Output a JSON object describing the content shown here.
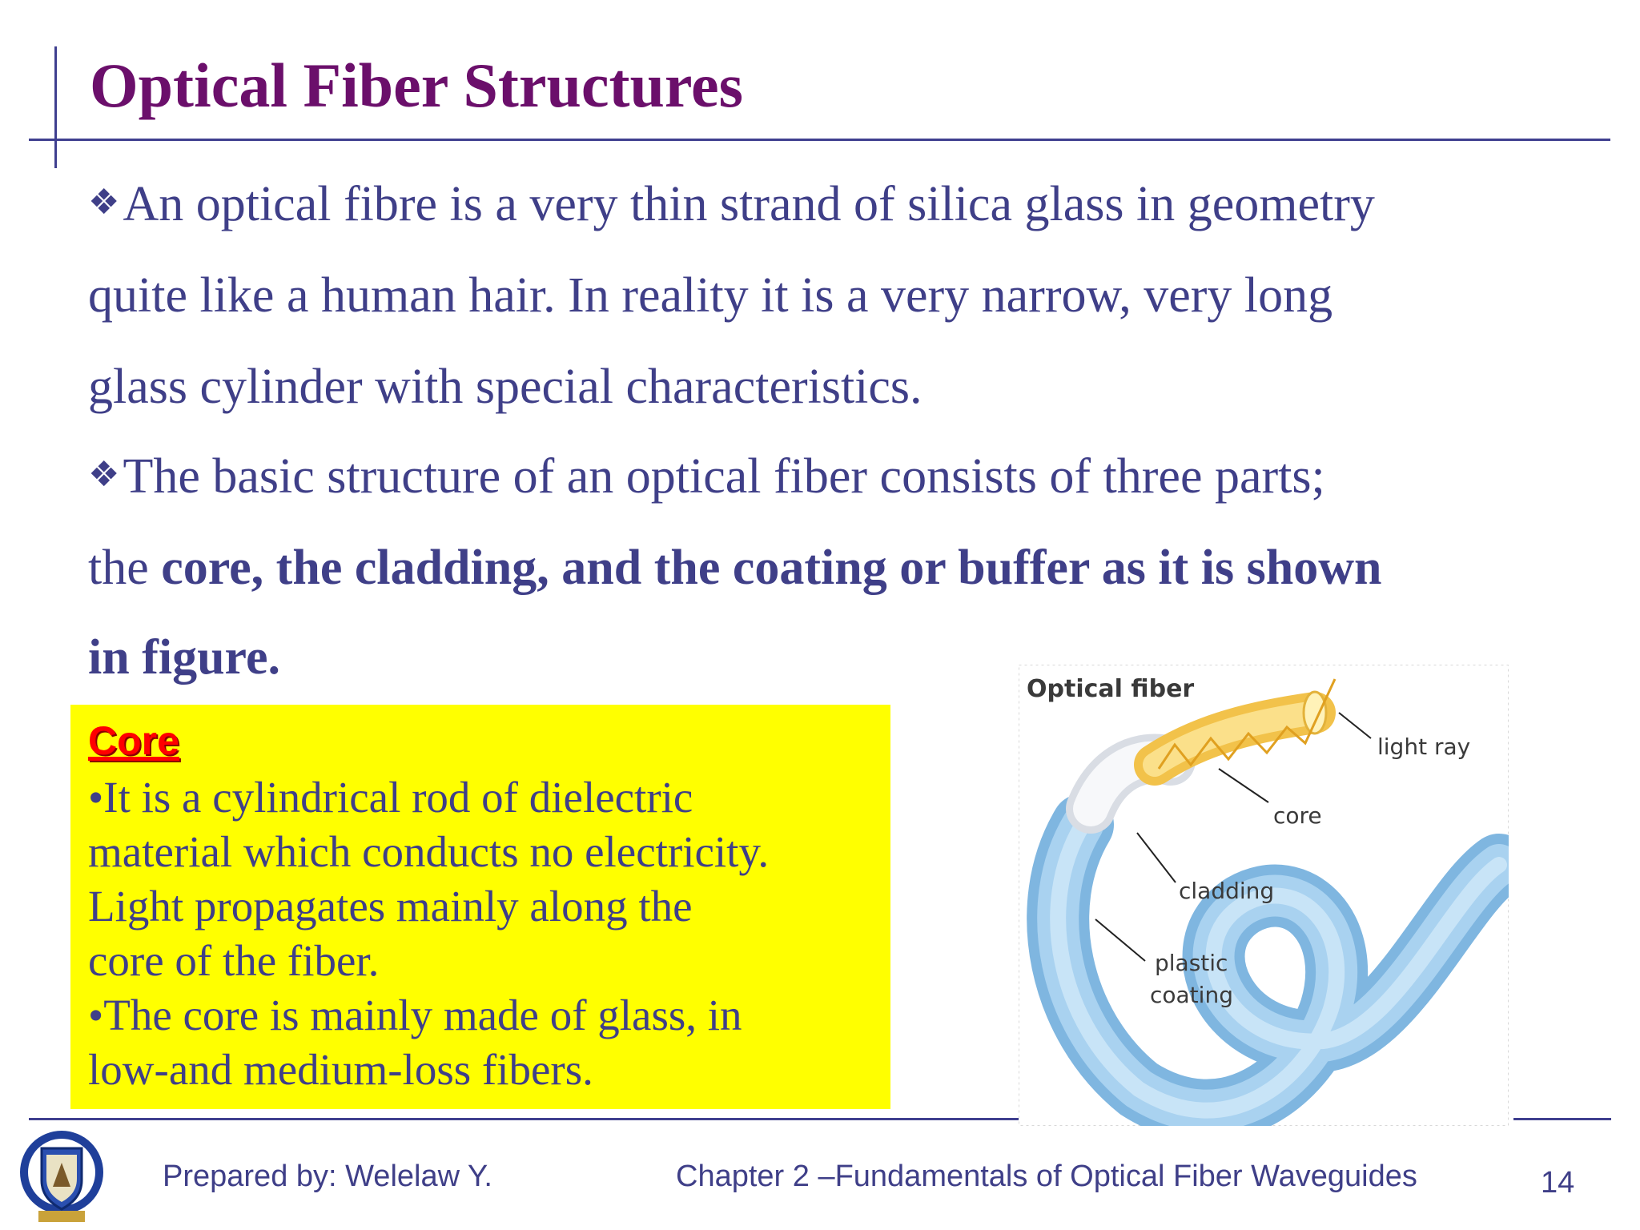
{
  "slide": {
    "title": "Optical Fiber Structures",
    "bullet_symbol": "❖",
    "paragraph1": {
      "line1": "An optical fibre is a very thin strand of silica glass in geometry",
      "line2": "quite like a human hair. In reality it is a very narrow, very long",
      "line3": "glass cylinder with special characteristics."
    },
    "paragraph2": {
      "line1": "The basic structure of an optical fiber consists of three parts;",
      "line2_plain": "the ",
      "line2_bold": "core, the cladding, and the coating or buffer as it is shown",
      "line3_bold": "in figure."
    }
  },
  "core_box": {
    "heading": "Core",
    "lines": [
      "•It is a cylindrical rod of dielectric",
      "material which conducts no electricity.",
      "Light propagates mainly along the",
      "core of the fiber.",
      "•The core is mainly made of glass, in",
      "low-and medium-loss fibers."
    ],
    "background_color": "#ffff00"
  },
  "figure": {
    "title": "Optical fiber",
    "labels": {
      "light_ray": "light ray",
      "core": "core",
      "cladding": "cladding",
      "plastic": "plastic",
      "coating": "coating"
    }
  },
  "footer": {
    "prepared_by": "Prepared by: Welelaw Y.",
    "chapter": "Chapter 2 –Fundamentals of Optical Fiber Waveguides",
    "page_number": "14"
  },
  "colors": {
    "title": "#6b0f6b",
    "body_text": "#3f3f88",
    "rule_lines": "#3f3f8f",
    "core_heading": "#ff0000"
  }
}
